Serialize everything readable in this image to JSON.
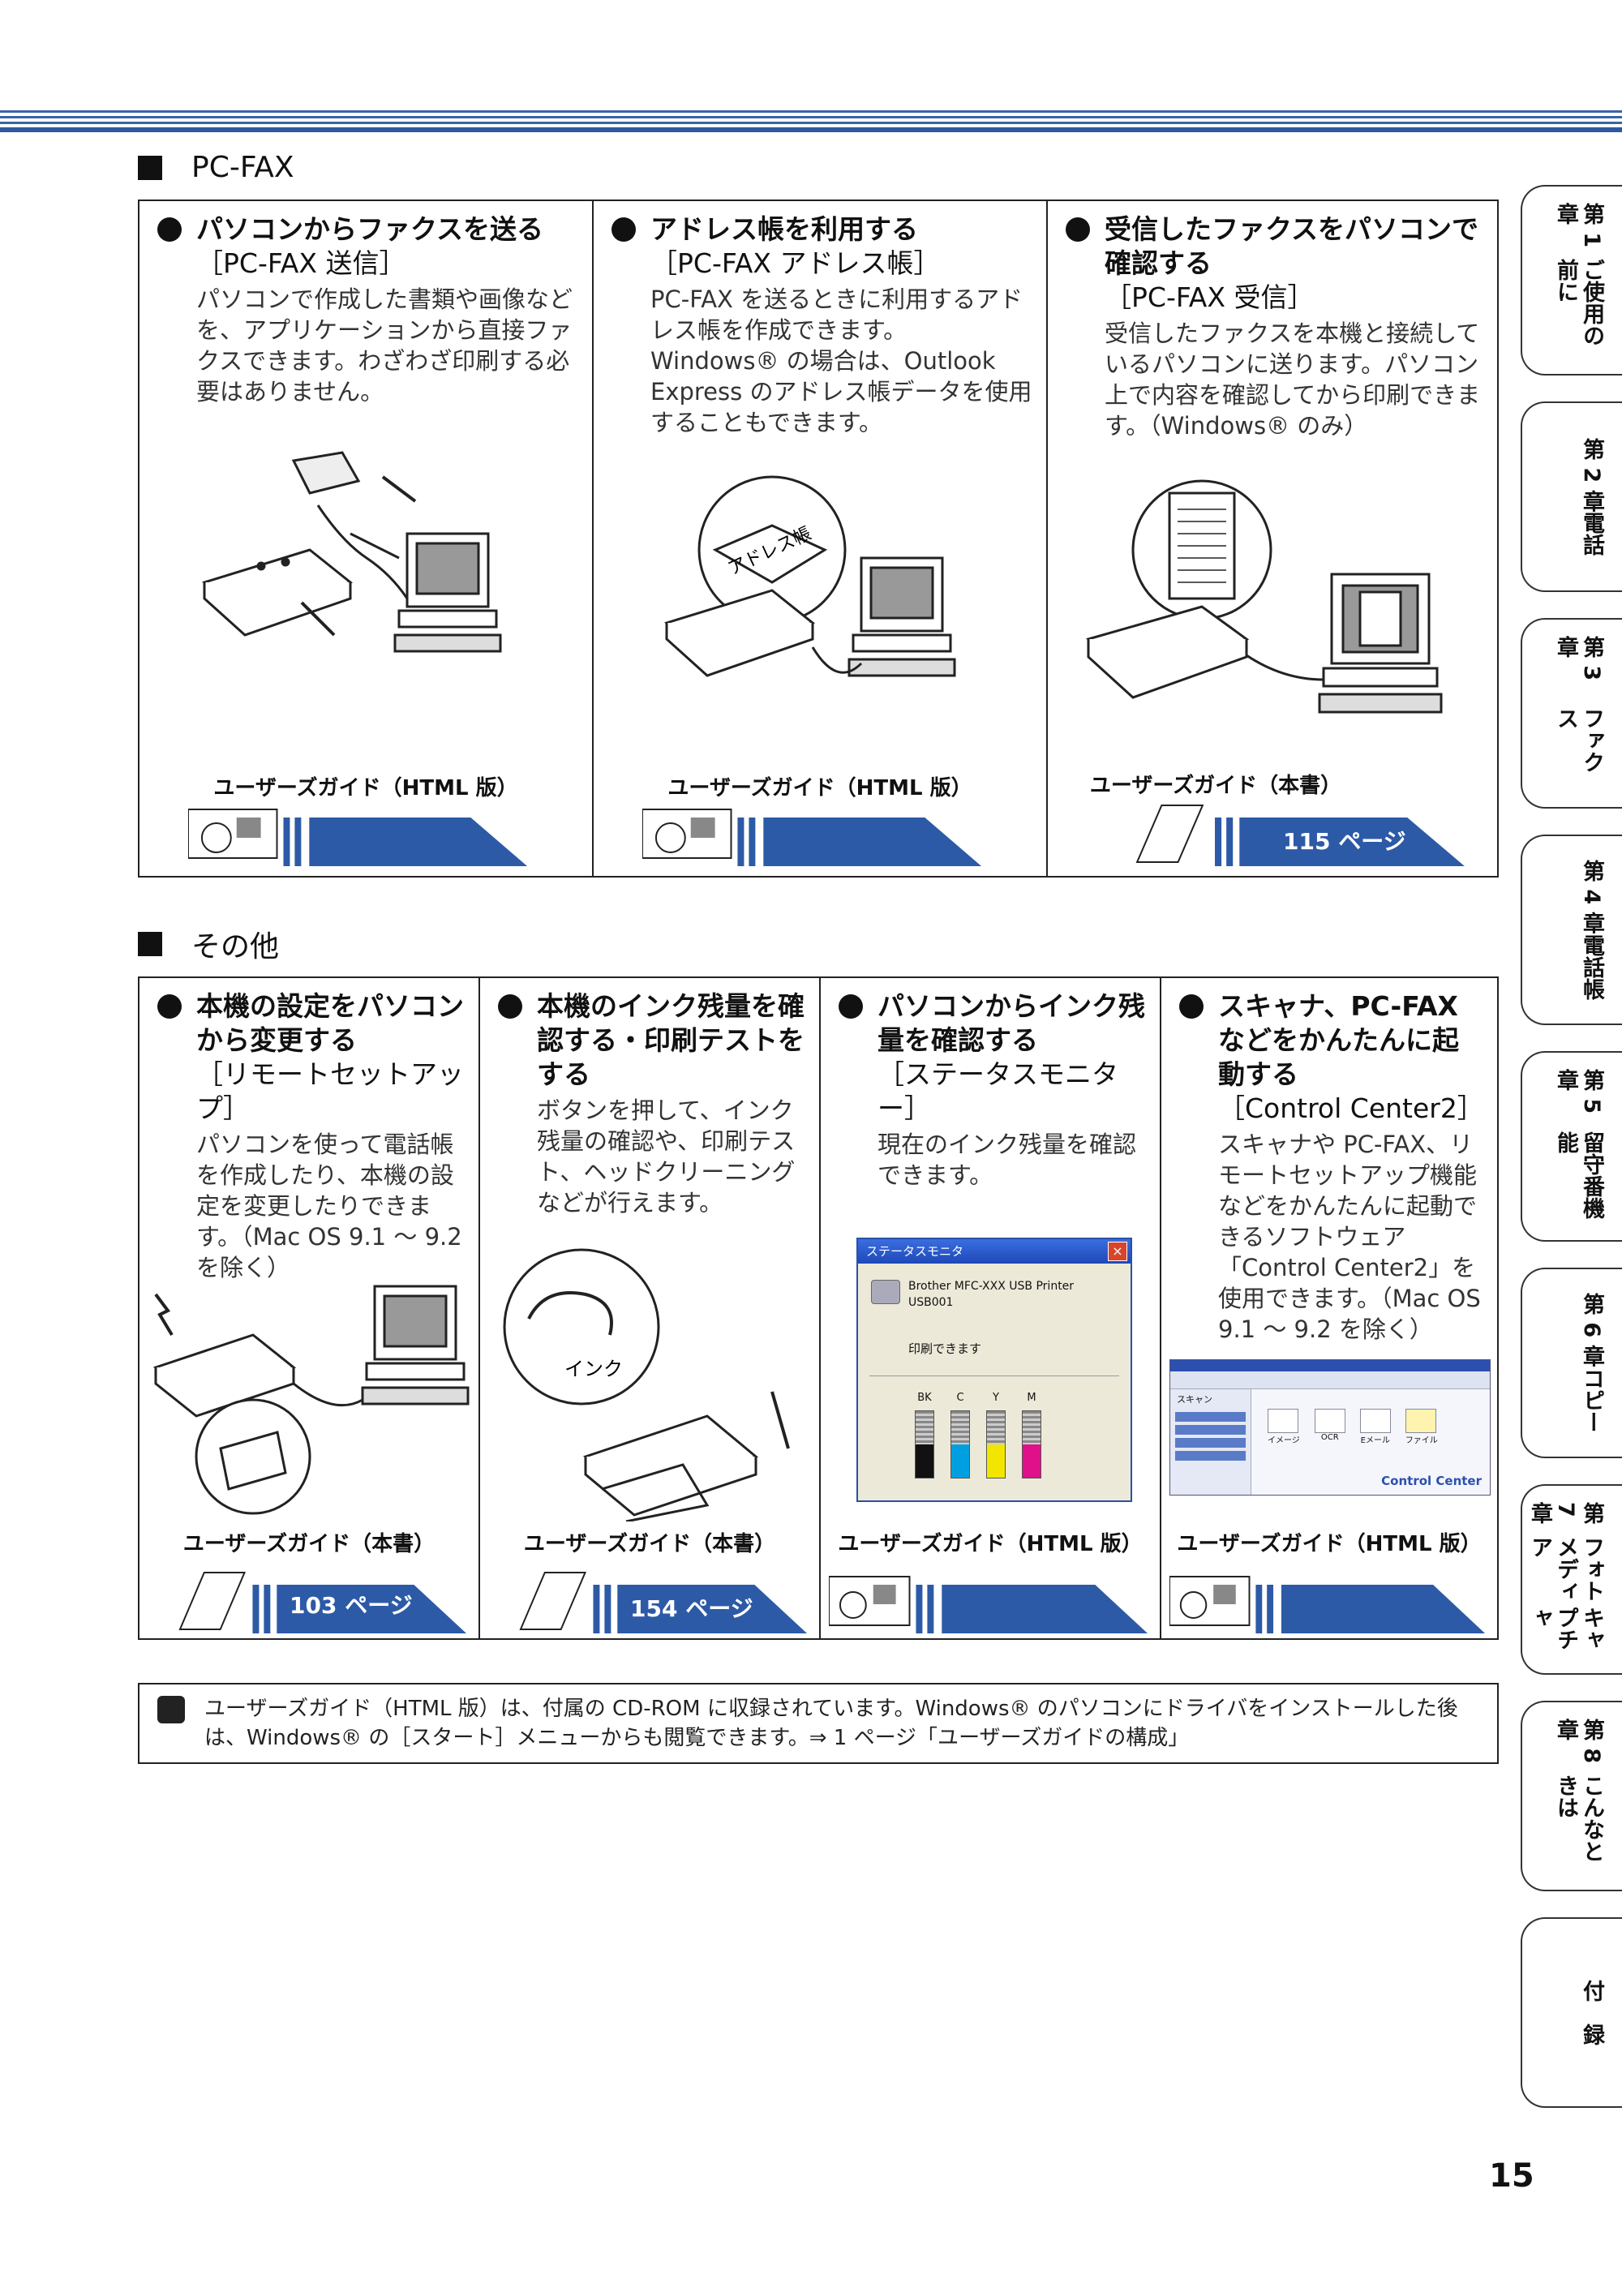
{
  "section1": {
    "title": "PC-FAX",
    "cells": [
      {
        "heading": "パソコンからファクスを送る",
        "sub": "［PC-FAX 送信］",
        "desc": "パソコンで作成した書類や画像などを、アプリケーションから直接ファクスできます。わざわざ印刷する必要はありません。",
        "guide": "ユーザーズガイド（HTML 版）",
        "page": ""
      },
      {
        "heading": "アドレス帳を利用する",
        "sub": "［PC-FAX アドレス帳］",
        "desc": "PC-FAX を送るときに利用するアドレス帳を作成できます。Windows® の場合は、Outlook Express のアドレス帳データを使用することもできます。",
        "guide": "ユーザーズガイド（HTML 版）",
        "page": "",
        "book_label": "アドレス帳"
      },
      {
        "heading": "受信したファクスをパソコンで確認する",
        "sub": "［PC-FAX 受信］",
        "desc": "受信したファクスを本機と接続しているパソコンに送ります。パソコン上で内容を確認してから印刷できます。（Windows® のみ）",
        "guide": "ユーザーズガイド（本書）",
        "page": "115 ページ"
      }
    ]
  },
  "section2": {
    "title": "その他",
    "cells": [
      {
        "heading": "本機の設定をパソコンから変更する",
        "sub": "［リモートセットアップ］",
        "desc": "パソコンを使って電話帳を作成したり、本機の設定を変更したりできます。（Mac OS 9.1 ～ 9.2 を除く）",
        "guide": "ユーザーズガイド（本書）",
        "page": "103 ページ"
      },
      {
        "heading": "本機のインク残量を確認する・印刷テストをする",
        "sub": "",
        "desc": "ボタンを押して、インク残量の確認や、印刷テスト、ヘッドクリーニングなどが行えます。",
        "guide": "ユーザーズガイド（本書）",
        "page": "154 ページ",
        "ink_label": "インク"
      },
      {
        "heading": "パソコンからインク残量を確認する",
        "sub": "［ステータスモニター］",
        "desc": "現在のインク残量を確認できます。",
        "guide": "ユーザーズガイド（HTML 版）",
        "page": "",
        "window": {
          "title": "ステータスモニタ",
          "printer": "Brother MFC-XXX USB Printer",
          "port": "USB001",
          "status": "印刷できます",
          "inks": [
            "BK",
            "C",
            "Y",
            "M"
          ],
          "ink_levels": [
            0.5,
            0.5,
            0.5,
            0.5
          ],
          "ink_colors": [
            "#111111",
            "#00a0e0",
            "#f2e600",
            "#e0108a"
          ]
        }
      },
      {
        "heading": "スキャナ、PC-FAX などをかんたんに起動する",
        "sub": "［Control Center2］",
        "desc": "スキャナや PC-FAX、リモートセットアップ機能などをかんたんに起動できるソフトウェア「Control Center2」を使用できます。（Mac OS 9.1 ～ 9.2 を除く）",
        "guide": "ユーザーズガイド（HTML 版）",
        "page": "",
        "cc": {
          "brand": "Control Center",
          "menu": [
            "スキャン"
          ],
          "buttons": [
            "イメージ",
            "OCR",
            "Eメール",
            "ファイル"
          ]
        }
      }
    ]
  },
  "note": "ユーザーズガイド（HTML 版）は、付属の CD-ROM に収録されています。Windows® のパソコンにドライバをインストールした後は、Windows® の［スタート］メニューからも閲覧できます。⇒ 1 ページ「ユーザーズガイドの構成」",
  "tabs": [
    [
      "第 1 章",
      "ご使用の前に"
    ],
    [
      "第 2 章",
      "電話"
    ],
    [
      "第 3 章",
      "ファクス"
    ],
    [
      "第 4 章",
      "電話帳"
    ],
    [
      "第 5 章",
      "留守番機能"
    ],
    [
      "第 6 章",
      "コピー"
    ],
    [
      "第 7 章",
      "フォトメディア",
      "キャプチャ"
    ],
    [
      "第 8 章",
      "こんなときは"
    ],
    [
      "付　録"
    ]
  ],
  "page_number": "15",
  "colors": {
    "accent": "#2d5aa6",
    "rule": "#3a64a8"
  }
}
